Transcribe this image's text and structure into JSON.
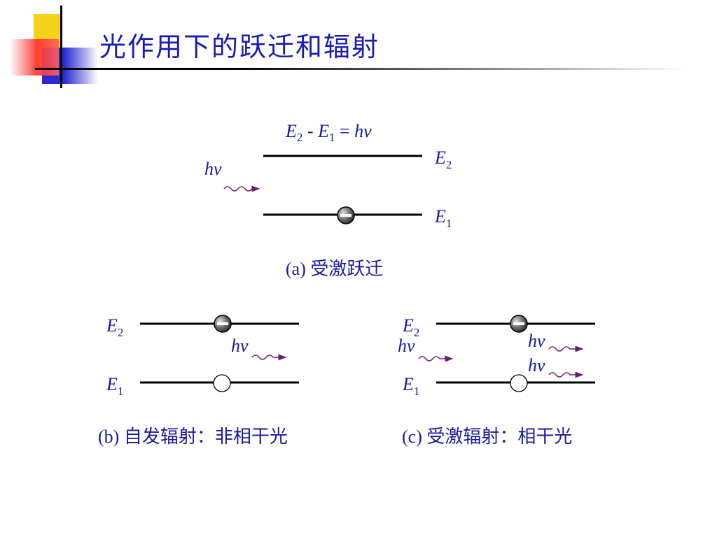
{
  "title": "光作用下的跃迁和辐射",
  "labels": {
    "E": "E",
    "sub1": "1",
    "sub2": "2",
    "hv": "hv",
    "eq_minus": " - ",
    "eq_equals": " = "
  },
  "captions": {
    "a": "(a) 受激跃迁",
    "b": "(b) 自发辐射：非相干光",
    "c": "(c) 受激辐射：相干光"
  },
  "colors": {
    "title": "#1a1ab4",
    "text": "#1a1a9c",
    "wave": "#6b1f6b",
    "deco_yellow": "#f7d21a",
    "deco_blue": "#2a2ad0",
    "deco_red": "#ff3030"
  }
}
